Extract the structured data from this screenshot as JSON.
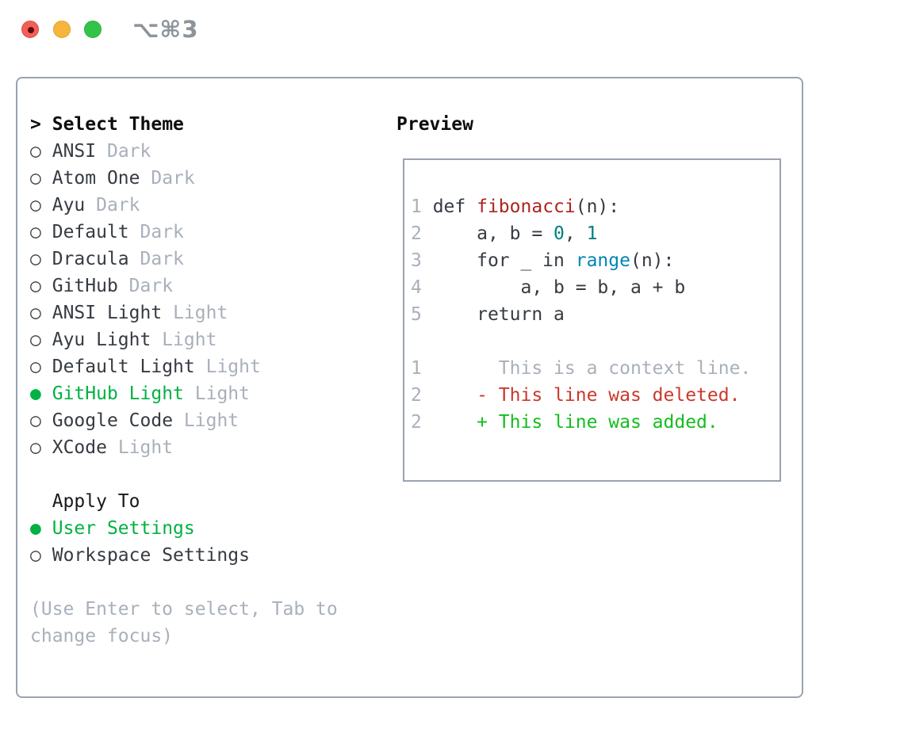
{
  "window": {
    "title": "⌥⌘3"
  },
  "icons": {
    "focus_caret": ">",
    "radio_selected": "●",
    "radio_unselected": "○"
  },
  "theme_select": {
    "header": "Select Theme",
    "items": [
      {
        "name": "ANSI",
        "tag": "Dark",
        "selected": false
      },
      {
        "name": "Atom One",
        "tag": "Dark",
        "selected": false
      },
      {
        "name": "Ayu",
        "tag": "Dark",
        "selected": false
      },
      {
        "name": "Default",
        "tag": "Dark",
        "selected": false
      },
      {
        "name": "Dracula",
        "tag": "Dark",
        "selected": false
      },
      {
        "name": "GitHub",
        "tag": "Dark",
        "selected": false
      },
      {
        "name": "ANSI Light",
        "tag": "Light",
        "selected": false
      },
      {
        "name": "Ayu Light",
        "tag": "Light",
        "selected": false
      },
      {
        "name": "Default Light",
        "tag": "Light",
        "selected": false
      },
      {
        "name": "GitHub Light",
        "tag": "Light",
        "selected": true
      },
      {
        "name": "Google Code",
        "tag": "Light",
        "selected": false
      },
      {
        "name": "XCode",
        "tag": "Light",
        "selected": false
      }
    ]
  },
  "apply_to": {
    "header": "Apply To",
    "items": [
      {
        "name": "User Settings",
        "selected": true
      },
      {
        "name": "Workspace Settings",
        "selected": false
      }
    ]
  },
  "help": {
    "line1": "(Use Enter to select, Tab to",
    "line2": "change focus)"
  },
  "preview": {
    "header": "Preview",
    "lines": [
      [
        {
          "s": "ln",
          "t": "1"
        },
        {
          "s": "code",
          "t": " def "
        },
        {
          "s": "fn",
          "t": "fibonacci"
        },
        {
          "s": "code",
          "t": "(n):"
        }
      ],
      [
        {
          "s": "ln",
          "t": "2"
        },
        {
          "s": "code",
          "t": "     a, b = "
        },
        {
          "s": "num",
          "t": "0"
        },
        {
          "s": "code",
          "t": ", "
        },
        {
          "s": "num",
          "t": "1"
        }
      ],
      [
        {
          "s": "ln",
          "t": "3"
        },
        {
          "s": "code",
          "t": "     for _ in "
        },
        {
          "s": "builtin",
          "t": "range"
        },
        {
          "s": "code",
          "t": "(n):"
        }
      ],
      [
        {
          "s": "ln",
          "t": "4"
        },
        {
          "s": "code",
          "t": "         a, b = b, a + b"
        }
      ],
      [
        {
          "s": "ln",
          "t": "5"
        },
        {
          "s": "code",
          "t": "     return a"
        }
      ],
      [],
      [
        {
          "s": "ln",
          "t": "1"
        },
        {
          "s": "ctx",
          "t": "       This is a context line."
        }
      ],
      [
        {
          "s": "ln",
          "t": "2"
        },
        {
          "s": "del",
          "t": "     - This line was deleted."
        }
      ],
      [
        {
          "s": "ln",
          "t": "2"
        },
        {
          "s": "add",
          "t": "     + This line was added."
        }
      ]
    ]
  },
  "colors": {
    "ink": "#363b42",
    "ink_strong": "#0c0d0f",
    "muted": "#a9b0ba",
    "border": "#9aa2ad",
    "accent_green": "#00b242",
    "function_red": "#ae2420",
    "number_teal": "#008080",
    "builtin_blue": "#0086b3",
    "diff_deleted_red": "#c9392b",
    "diff_added_green": "#13bd1f"
  }
}
